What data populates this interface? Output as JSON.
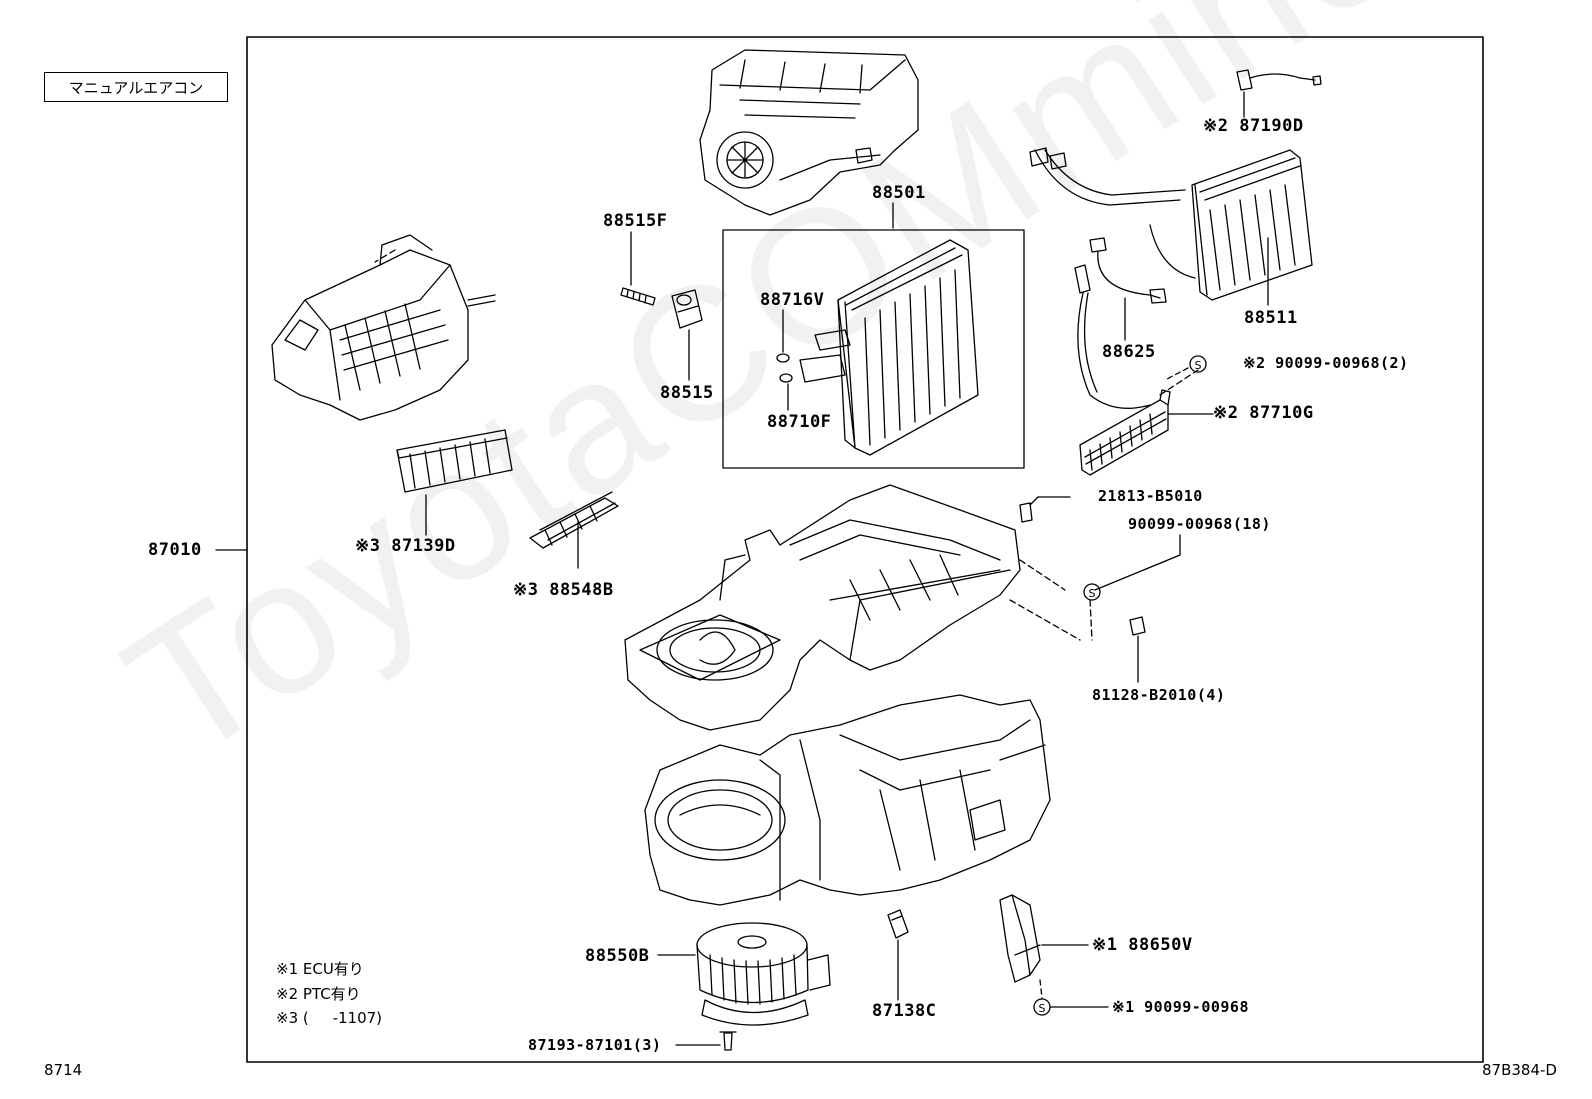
{
  "header": {
    "title": "マニュアルエアコン"
  },
  "watermark": "ToyotaCOMmine.ru",
  "corners": {
    "page_number": "8714",
    "figure_code": "87B384-D"
  },
  "parts": {
    "p87010": "87010",
    "p87190D": "※2 87190D",
    "p88501": "88501",
    "p88515F": "88515F",
    "p88716V": "88716V",
    "p88515": "88515",
    "p88710F": "88710F",
    "p88511": "88511",
    "p88625": "88625",
    "p90099_2": "※2 90099-00968(2)",
    "p87710G": "※2 87710G",
    "p87139D": "※3 87139D",
    "p88548B": "※3 88548B",
    "p21813": "21813-B5010",
    "p90099_18": "90099-00968(18)",
    "p81128": "81128-B2010(4)",
    "p88550B": "88550B",
    "p87138C": "87138C",
    "p88650V": "※1 88650V",
    "p90099_1": "※1 90099-00968",
    "p87193": "87193-87101(3)"
  },
  "legend": {
    "n1": "※1 ECU有り",
    "n2": "※2 PTC有り",
    "n3": "※3 (     -1107)"
  },
  "icons": [
    "screw-s-icon",
    "blower-motor-icon",
    "evaporator-icon",
    "heater-core-icon",
    "filter-icon",
    "housing-icon"
  ]
}
